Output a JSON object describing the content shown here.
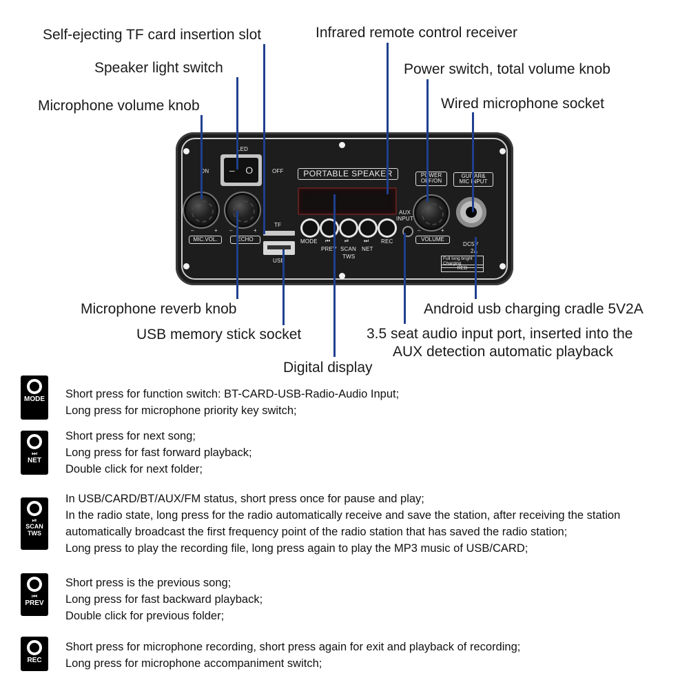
{
  "callouts": {
    "tf_slot": "Self-ejecting TF card insertion slot",
    "ir_receiver": "Infrared remote control receiver",
    "light_switch": "Speaker light switch",
    "power_volume": "Power switch, total volume knob",
    "mic_volume": "Microphone volume knob",
    "wired_mic": "Wired microphone socket",
    "reverb": "Microphone reverb knob",
    "usb_charge": "Android usb charging cradle 5V2A",
    "usb_socket": "USB memory stick socket",
    "aux_line1": "3.5 seat audio input port, inserted into the",
    "aux_line2": "AUX detection automatic playback",
    "display": "Digital display"
  },
  "board": {
    "led": "LED",
    "on": "ON",
    "off": "OFF",
    "rocker_left": "–",
    "rocker_right": "O",
    "title": "PORTABLE SPEAKER",
    "power": "POWER\nOFF/ON",
    "guitar": "GUITAR&\nMIC INPUT",
    "mic_vol": "MIC.VOL.",
    "echo": "ECHO",
    "minus": "–",
    "plus": "+",
    "tf": "TF",
    "usb": "USB",
    "mode": "MODE",
    "prev": "PREV",
    "scan": "SCAN",
    "tws": "TWS",
    "net": "NET",
    "rec": "REC",
    "aux_input": "AUX\nINPUT",
    "volume": "VOLUME",
    "dc5v": "DC5V",
    "amp": "2A",
    "charging_note": "Full long bright\nCharging",
    "red": "RED",
    "glyph_prev": "⏮",
    "glyph_play": "⏯",
    "glyph_next": "⏭"
  },
  "legend": [
    {
      "icon_label": "MODE",
      "glyph": "",
      "lines": [
        "Short press for function switch: BT-CARD-USB-Radio-Audio Input;",
        "Long press for microphone priority key switch;"
      ]
    },
    {
      "icon_label": "NET",
      "glyph": "⏭",
      "lines": [
        "Short press for next song;",
        "Long press for fast forward playback;",
        "Double click for next folder;"
      ]
    },
    {
      "icon_label": "SCAN\nTWS",
      "glyph": "⏯",
      "lines": [
        "In USB/CARD/BT/AUX/FM status, short press once for pause and play;",
        "In the radio state, long press for the radio automatically receive and save the station, after receiving the station automatically broadcast the first frequency point of the radio station that has saved the radio station;",
        "Long press to play the recording file, long press again to play the MP3 music of USB/CARD;"
      ]
    },
    {
      "icon_label": "PREV",
      "glyph": "⏮",
      "lines": [
        "Short press is the previous song;",
        "Long press for fast backward playback;",
        "Double click for previous folder;"
      ]
    },
    {
      "icon_label": "REC",
      "glyph": "",
      "lines": [
        "Short press for microphone recording, short press again for exit and playback of recording;",
        "Long press for microphone accompaniment switch;"
      ]
    }
  ]
}
